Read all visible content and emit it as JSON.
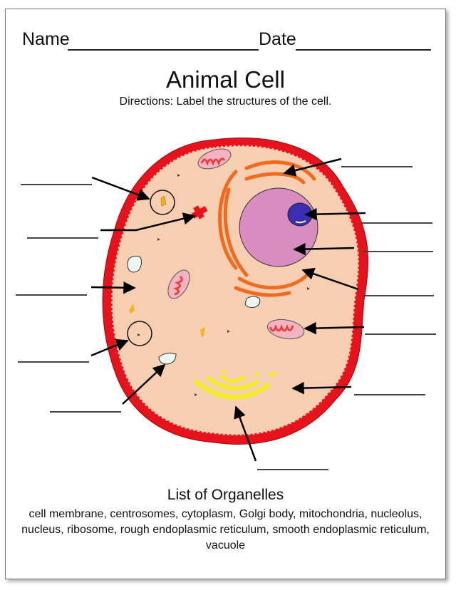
{
  "header": {
    "name_label": "Name",
    "date_label": "Date"
  },
  "worksheet": {
    "title": "Animal Cell",
    "directions": "Directions: Label the structures of the cell."
  },
  "colors": {
    "membrane": "#e8121c",
    "cytoplasm": "#f6cfb2",
    "nucleus": "#d98cc0",
    "nucleolus": "#3a2fb0",
    "endoplasmic_reticulum": "#f26a1e",
    "golgi": "#f2ea2a",
    "mitochondria_outer": "#f3b3c0",
    "mitochondria_inner": "#e8403c",
    "vacuole": "#eaf6ef",
    "lysosome_like": "#f4b41c"
  },
  "labels": {
    "left": [
      {
        "id": "L1",
        "target": "ribosome-like small body (circled)"
      },
      {
        "id": "L2",
        "target": "centrosome"
      },
      {
        "id": "L3",
        "target": "cytoplasm"
      },
      {
        "id": "L4",
        "target": "ribosome (circled)"
      },
      {
        "id": "L5",
        "target": "vacuole"
      }
    ],
    "right": [
      {
        "id": "R1",
        "target": "rough endoplasmic reticulum"
      },
      {
        "id": "R2",
        "target": "nucleolus"
      },
      {
        "id": "R3",
        "target": "nucleus"
      },
      {
        "id": "R4",
        "target": "smooth endoplasmic reticulum"
      },
      {
        "id": "R5",
        "target": "mitochondria"
      },
      {
        "id": "R6",
        "target": "cell membrane"
      }
    ],
    "bottom": [
      {
        "id": "B1",
        "target": "Golgi body"
      }
    ]
  },
  "organelle_list": {
    "title": "List of Organelles",
    "items": "cell membrane, centrosomes, cytoplasm, Golgi body, mitochondria, nucleolus, nucleus, ribosome, rough endoplasmic reticulum, smooth endoplasmic reticulum, vacuole"
  }
}
